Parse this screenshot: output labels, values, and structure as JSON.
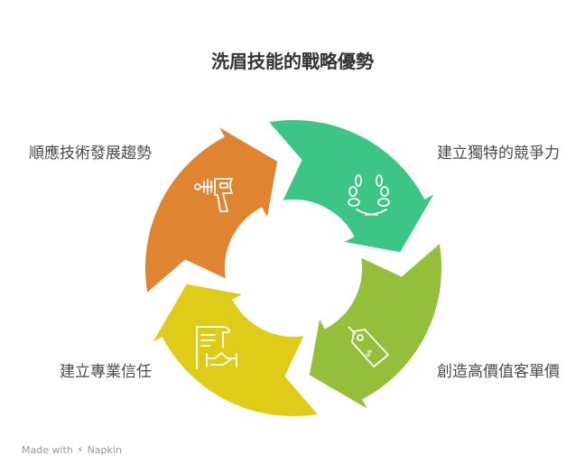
{
  "title": "洗眉技能的戰略優勢",
  "steps": [
    {
      "label": "順應技術發展趨勢",
      "icon": "tattoo-machine-icon",
      "color": "#DF8430"
    },
    {
      "label": "建立獨特的競爭力",
      "icon": "laurel-wreath-icon",
      "color": "#3DC585"
    },
    {
      "label": "創造高價值客單價",
      "icon": "price-tag-icon",
      "color": "#93BF3B"
    },
    {
      "label": "建立專業信任",
      "icon": "contract-handshake-icon",
      "color": "#DFCC19"
    }
  ],
  "footer": {
    "made_with": "Made with",
    "brand": "Napkin"
  }
}
